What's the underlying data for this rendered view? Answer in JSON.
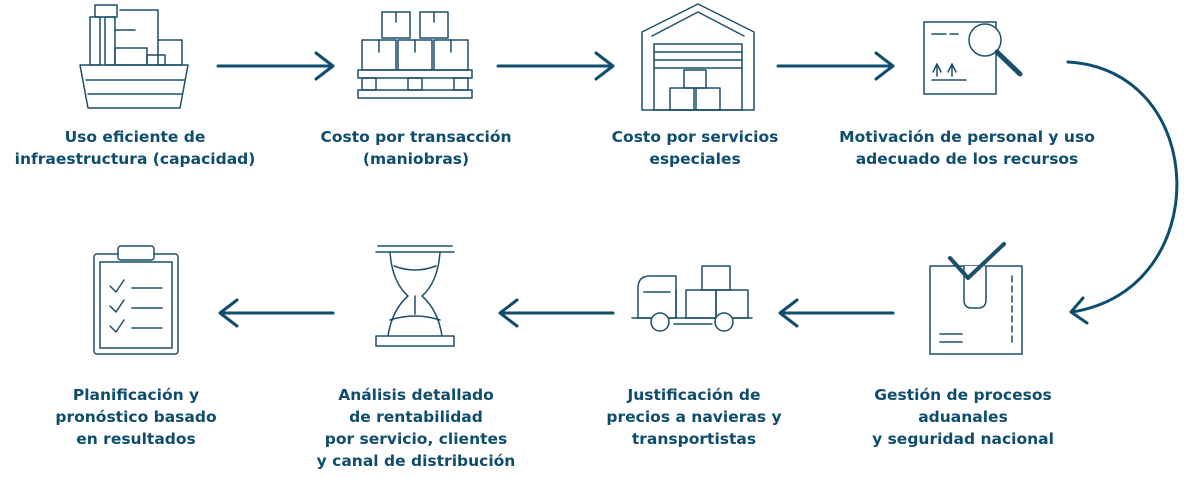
{
  "steps": [
    {
      "icon": "ship-crane-icon",
      "lines": [
        "Uso eficiente de",
        "infraestructura (capacidad)"
      ]
    },
    {
      "icon": "pallet-boxes-icon",
      "lines": [
        "Costo por transacción",
        "(maniobras)"
      ]
    },
    {
      "icon": "warehouse-icon",
      "lines": [
        "Costo por servicios",
        "especiales"
      ]
    },
    {
      "icon": "magnifier-document-icon",
      "lines": [
        "Motivación de personal y uso",
        "adecuado de los recursos"
      ]
    },
    {
      "icon": "checked-box-icon",
      "lines": [
        "Gestión de procesos",
        "aduanales",
        "y seguridad nacional"
      ]
    },
    {
      "icon": "delivery-truck-icon",
      "lines": [
        "Justificación de",
        "precios a navieras y",
        "transportistas"
      ]
    },
    {
      "icon": "hourglass-icon",
      "lines": [
        "Análisis detallado",
        "de rentabilidad",
        "por servicio, clientes",
        "y canal de distribución"
      ]
    },
    {
      "icon": "clipboard-checklist-icon",
      "lines": [
        "Planificación y",
        "pronóstico basado",
        "en resultados"
      ]
    }
  ],
  "colors": {
    "text": "#0e4d6e",
    "icon_stroke": "#1c4f6c",
    "arrow": "#0e4d6e"
  }
}
